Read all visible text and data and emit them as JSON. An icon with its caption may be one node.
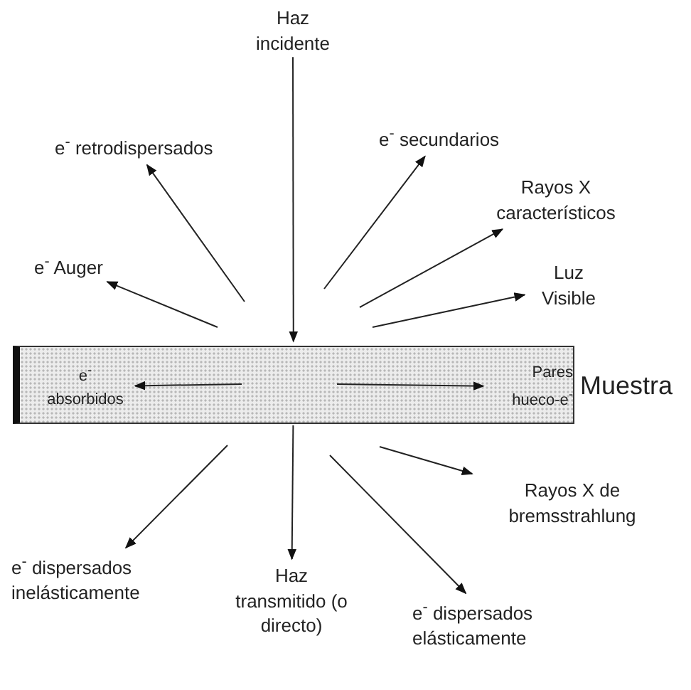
{
  "diagram": {
    "nodes": [
      {
        "text": [
          "Haz incidente"
        ]
      },
      {
        "text": [
          "e$^{-}$ retrodispersados"
        ]
      },
      {
        "text": [
          "e$^{-}$ secundarios"
        ]
      },
      {
        "text": [
          "Rayos X característicos"
        ]
      },
      {
        "text": [
          "e$^{-}$ Auger"
        ]
      },
      {
        "text": [
          "Luz Visible"
        ]
      },
      {
        "text": [
          "Muestra"
        ]
      },
      {
        "text": [
          "e$^{-}$ absorbidos"
        ],
        "in": 6
      },
      {
        "text": [
          "Pares hueco-e$^{-}$"
        ],
        "in": 6
      },
      {
        "text": [
          "Rayos X de bremsstrahlung"
        ]
      },
      {
        "text": [
          "e$^{-}$ dispersados inelásticamente"
        ]
      },
      {
        "text": [
          "e$^{-}$ dispersados elásticamente"
        ]
      },
      {
        "text": [
          "Haz transmitido (o directo)"
        ]
      }
    ],
    "edges": [
      {
        "from": 0,
        "to": 6,
        "arrow": "to"
      },
      {
        "from": null,
        "to": 1,
        "arrow": "to"
      },
      {
        "from": null,
        "to": 2,
        "arrow": "to"
      },
      {
        "from": null,
        "to": 3,
        "arrow": "to"
      },
      {
        "from": null,
        "to": 4,
        "arrow": "to"
      },
      {
        "from": null,
        "to": 5,
        "arrow": "to"
      },
      {
        "from": null,
        "to": 7,
        "arrow": "to"
      },
      {
        "from": null,
        "to": 8,
        "arrow": "to"
      },
      {
        "from": null,
        "to": 9,
        "arrow": "to"
      },
      {
        "from": null,
        "to": 10,
        "arrow": "to"
      },
      {
        "from": 6,
        "to": 12,
        "arrow": "to"
      },
      {
        "from": null,
        "to": 11,
        "arrow": "to"
      }
    ]
  }
}
